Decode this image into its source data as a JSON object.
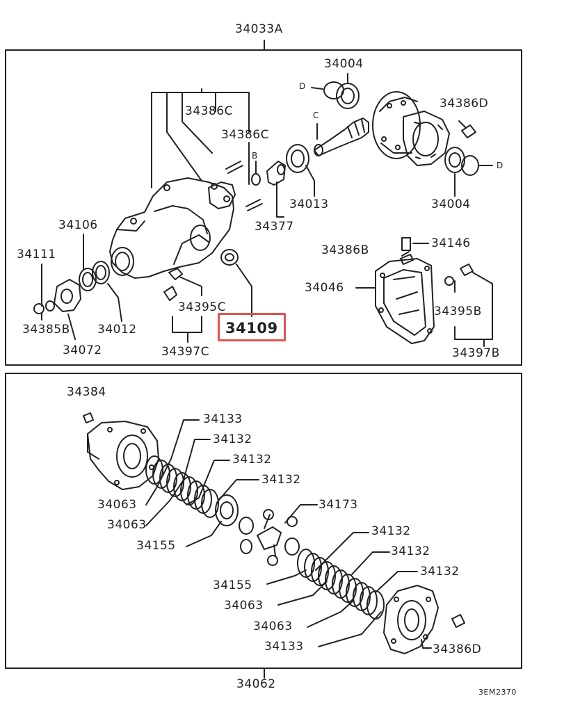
{
  "diagram": {
    "top_label": "34033A",
    "bottom_label": "34062",
    "drawing_code": "3EM2370",
    "highlighted_part": "34109",
    "highlight_color": "#e0544f",
    "upper_section": {
      "labels": {
        "p34004_top": "34004",
        "d_left": "D",
        "p34386C_a": "34386C",
        "p34386C_b": "34386C",
        "c_mark": "C",
        "b_mark": "B",
        "p34386D": "34386D",
        "d_right": "D",
        "p34013": "34013",
        "p34004_bottom": "34004",
        "p34377": "34377",
        "p34106": "34106",
        "p34111": "34111",
        "p34386B": "34386B",
        "p34146": "34146",
        "p34046": "34046",
        "p34395C": "34395C",
        "p34395B": "34395B",
        "p34385B": "34385B",
        "p34012": "34012",
        "p34072": "34072",
        "p34397C": "34397C",
        "p34397B": "34397B"
      }
    },
    "lower_section": {
      "labels": {
        "p34384": "34384",
        "p34133_a": "34133",
        "p34132_a": "34132",
        "p34132_b": "34132",
        "p34132_c": "34132",
        "p34063_a": "34063",
        "p34063_b": "34063",
        "p34155_a": "34155",
        "p34173": "34173",
        "p34132_d": "34132",
        "p34132_e": "34132",
        "p34132_f": "34132",
        "p34155_b": "34155",
        "p34063_c": "34063",
        "p34063_d": "34063",
        "p34133_b": "34133",
        "p34386D_b": "34386D"
      }
    }
  }
}
